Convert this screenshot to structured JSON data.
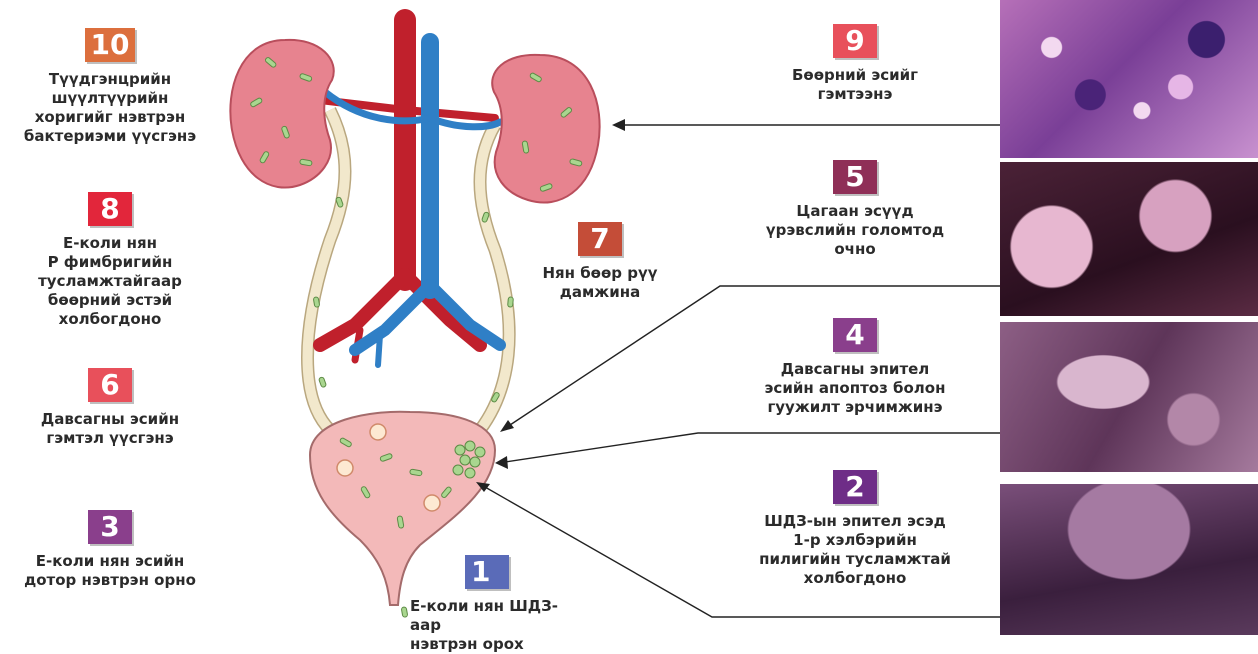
{
  "colors": {
    "orange": "#dc6f3d",
    "red": "#e2263b",
    "lightred": "#e8505b",
    "purple": "#8a3f8c",
    "maroon": "#8f2f57",
    "blue": "#5a6bb8",
    "violet": "#6e2d87",
    "artery": "#c0202c",
    "vein": "#2f7fc6",
    "kidney": "#e7838f",
    "bladder": "#f3b9b9",
    "ureter": "#eee2c2",
    "bacteria": "#a9d68f"
  },
  "steps": [
    {
      "num": "10",
      "text": "Түүдгэнцрийн\nшүүлтүүрийн\nхоригийг нэвтрэн\nбактериэми үүсгэнэ",
      "color": "#dc6f3d"
    },
    {
      "num": "8",
      "text": "Е-коли нян\nР фимбригийн\nтусламжтайгаар\nбөөрний эстэй\nхолбогдоно",
      "color": "#e2263b"
    },
    {
      "num": "6",
      "text": "Давсагны эсийн\nгэмтэл үүсгэнэ",
      "color": "#e8505b"
    },
    {
      "num": "3",
      "text": "Е-коли нян эсийн\nдотор нэвтрэн орно",
      "color": "#8a3f8c"
    },
    {
      "num": "7",
      "text": "Нян бөөр рүү\nдамжина",
      "color": "#c44d38"
    },
    {
      "num": "1",
      "text": "Е-коли нян ШДЗ-аар\nнэвтрэн орох",
      "color": "#5a6bb8"
    },
    {
      "num": "9",
      "text": "Бөөрний эсийг\nгэмтээнэ",
      "color": "#e8505b"
    },
    {
      "num": "5",
      "text": "Цагаан эсүүд\nүрэвслийн голомтод\nочно",
      "color": "#8f2f57"
    },
    {
      "num": "4",
      "text": "Давсагны эпител\nэсийн апоптоз болон\nгуужилт эрчимжинэ",
      "color": "#8a3f8c"
    },
    {
      "num": "2",
      "text": "ШДЗ-ын эпител эсэд\n1-р хэлбэрийн\nпилигийн тусламжтай\nхолбогдоно",
      "color": "#6e2d87"
    }
  ]
}
